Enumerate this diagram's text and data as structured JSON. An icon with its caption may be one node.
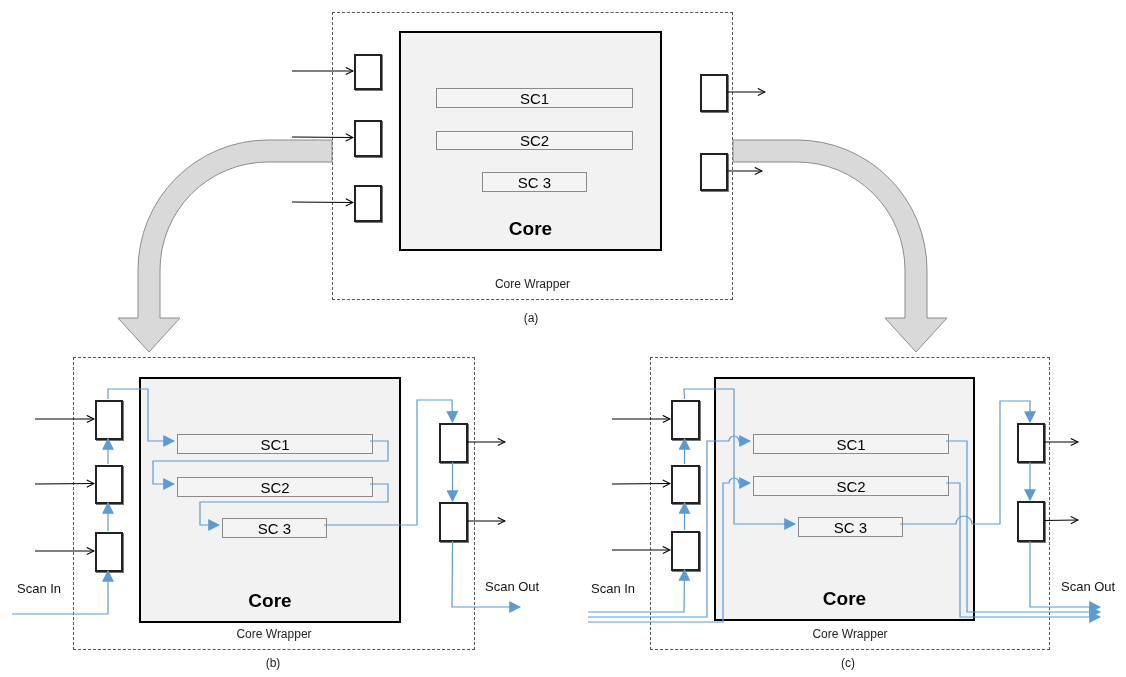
{
  "diagram": {
    "nodes": [
      {
        "text": [
          "Core Wrapper"
        ]
      },
      {
        "text": [
          "Core"
        ],
        "in": 0
      },
      {
        "text": [
          "SC1"
        ],
        "in": 1
      },
      {
        "text": [
          "SC2"
        ],
        "in": 1
      },
      {
        "text": [
          "SC 3"
        ],
        "in": 1
      },
      {
        "text": [],
        "shape": "box",
        "in": 0
      },
      {
        "text": [],
        "shape": "box",
        "in": 0
      },
      {
        "text": [],
        "shape": "box",
        "in": 0
      },
      {
        "text": [],
        "shape": "box",
        "in": 0
      },
      {
        "text": [],
        "shape": "box",
        "in": 0
      },
      {
        "text": [
          "Core Wrapper"
        ]
      },
      {
        "text": [
          "Core"
        ],
        "in": 10
      },
      {
        "text": [
          "SC1"
        ],
        "in": 11
      },
      {
        "text": [
          "SC2"
        ],
        "in": 11
      },
      {
        "text": [
          "SC 3"
        ],
        "in": 11
      },
      {
        "text": [],
        "shape": "box",
        "in": 10
      },
      {
        "text": [],
        "shape": "box",
        "in": 10
      },
      {
        "text": [],
        "shape": "box",
        "in": 10
      },
      {
        "text": [],
        "shape": "box",
        "in": 10
      },
      {
        "text": [],
        "shape": "box",
        "in": 10
      },
      {
        "text": [
          "Core Wrapper"
        ]
      },
      {
        "text": [
          "Core"
        ],
        "in": 20
      },
      {
        "text": [
          "SC1"
        ],
        "in": 21
      },
      {
        "text": [
          "SC2"
        ],
        "in": 21
      },
      {
        "text": [
          "SC 3"
        ],
        "in": 21
      },
      {
        "text": [],
        "shape": "box",
        "in": 20
      },
      {
        "text": [],
        "shape": "box",
        "in": 20
      },
      {
        "text": [],
        "shape": "box",
        "in": 20
      },
      {
        "text": [],
        "shape": "box",
        "in": 20
      },
      {
        "text": [],
        "shape": "box",
        "in": 20
      }
    ],
    "edges": [
      {
        "from": null,
        "to": 5,
        "arrow": "to",
        "color": "#000000"
      },
      {
        "from": null,
        "to": 6,
        "arrow": "to",
        "color": "#000000"
      },
      {
        "from": null,
        "to": 7,
        "arrow": "to",
        "color": "#000000"
      },
      {
        "from": 8,
        "to": null,
        "arrow": "to",
        "color": "#000000"
      },
      {
        "from": 9,
        "to": null,
        "arrow": "to",
        "color": "#000000"
      },
      {
        "from": 0,
        "to": 10,
        "arrow": "to",
        "style": "thick",
        "color": "#d9d9d9"
      },
      {
        "from": 0,
        "to": 20,
        "arrow": "to",
        "style": "thick",
        "color": "#d9d9d9"
      },
      {
        "from": null,
        "to": 15,
        "arrow": "to",
        "color": "#000000"
      },
      {
        "from": null,
        "to": 16,
        "arrow": "to",
        "color": "#000000"
      },
      {
        "from": null,
        "to": 17,
        "arrow": "to",
        "color": "#000000"
      },
      {
        "from": 18,
        "to": null,
        "arrow": "to",
        "color": "#000000"
      },
      {
        "from": 19,
        "to": null,
        "arrow": "to",
        "color": "#000000"
      },
      {
        "from": null,
        "to": 17,
        "arrow": "to",
        "label": "Scan In"
      },
      {
        "from": 17,
        "to": 16,
        "arrow": "to"
      },
      {
        "from": 16,
        "to": 15,
        "arrow": "to"
      },
      {
        "from": 15,
        "to": 12,
        "arrow": "to"
      },
      {
        "from": 12,
        "to": 13,
        "arrow": "to"
      },
      {
        "from": 13,
        "to": 14,
        "arrow": "to"
      },
      {
        "from": 14,
        "to": 18,
        "arrow": "to"
      },
      {
        "from": 18,
        "to": 19,
        "arrow": "to"
      },
      {
        "from": 19,
        "to": null,
        "arrow": "to",
        "label": "Scan Out"
      },
      {
        "from": null,
        "to": 25,
        "arrow": "to",
        "color": "#000000"
      },
      {
        "from": null,
        "to": 26,
        "arrow": "to",
        "color": "#000000"
      },
      {
        "from": null,
        "to": 27,
        "arrow": "to",
        "color": "#000000"
      },
      {
        "from": 28,
        "to": null,
        "arrow": "to",
        "color": "#000000"
      },
      {
        "from": 29,
        "to": null,
        "arrow": "to",
        "color": "#000000"
      },
      {
        "from": null,
        "to": 27,
        "arrow": "to",
        "label": "Scan In"
      },
      {
        "from": 27,
        "to": 26,
        "arrow": "to"
      },
      {
        "from": 26,
        "to": 25,
        "arrow": "to"
      },
      {
        "from": 25,
        "to": 24,
        "arrow": "to"
      },
      {
        "from": null,
        "to": 22,
        "arrow": "to"
      },
      {
        "from": null,
        "to": 23,
        "arrow": "to"
      },
      {
        "from": 24,
        "to": 28,
        "arrow": "to"
      },
      {
        "from": 28,
        "to": 29,
        "arrow": "to"
      },
      {
        "from": 29,
        "to": null,
        "arrow": "to",
        "label": "Scan Out"
      },
      {
        "from": 22,
        "to": null,
        "arrow": "to"
      },
      {
        "from": 23,
        "to": null,
        "arrow": "to"
      }
    ],
    "labels": [
      "(a)",
      "(b)",
      "(c)"
    ]
  }
}
